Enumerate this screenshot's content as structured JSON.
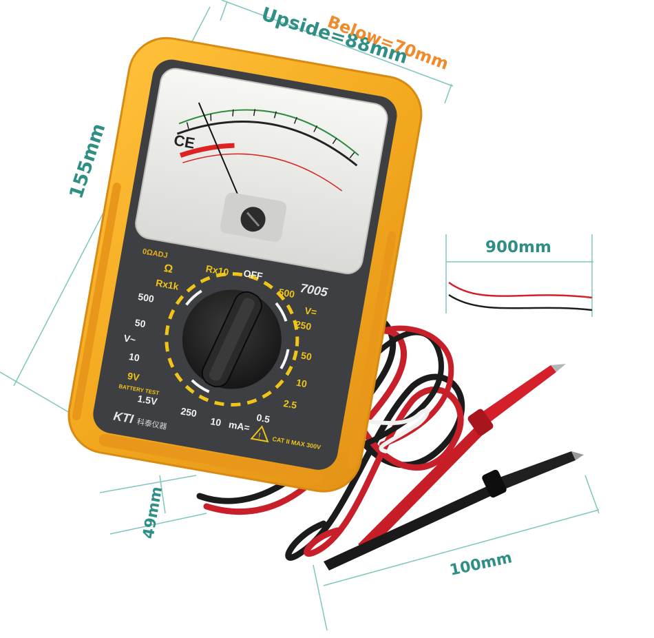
{
  "dimensions": {
    "top_upside": "Upside=88mm",
    "top_below": "Below=70mm",
    "height": "155mm",
    "depth": "49mm",
    "probe_length": "100mm",
    "lead_length": "900mm"
  },
  "meter": {
    "model": "7005",
    "brand": "KTI",
    "brand_subtitle": "科泰仪器",
    "ce_mark": "CE",
    "zero_adj": "0ΩADJ",
    "dial_labels": {
      "ohm": "Ω",
      "rx10": "Rx10",
      "rx1k": "Rx1k",
      "off": "OFF",
      "v_ac_500": "500",
      "v_ac_50": "50",
      "v_ac_10": "10",
      "v_ac_sym": "V~",
      "v_dc_500": "500",
      "v_dc_250": "250",
      "v_dc_sym": "V=",
      "v_dc_50": "50",
      "v_dc_10": "10",
      "v_dc_2_5": "2.5",
      "battery_9v": "9V",
      "battery_1_5v": "1.5V",
      "battery_label": "BATTERY TEST",
      "ma_250": "250",
      "ma_10": "10",
      "ma_0_5": "0.5",
      "ma_sym": "mA="
    },
    "warning": "CAT II MAX 300V"
  },
  "colors": {
    "body_yellow": "#f2a81d",
    "face_dark": "#3d3f42",
    "probe_red": "#d3202a",
    "probe_black": "#1c1c1c",
    "dimension_teal": "#2f8f84",
    "dimension_orange": "#f08a2a"
  }
}
